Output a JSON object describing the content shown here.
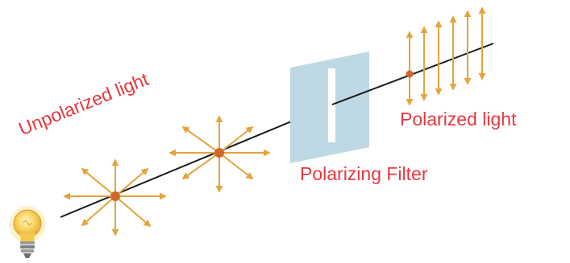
{
  "labels": {
    "unpolarized": "Unpolarized light",
    "polarized": "Polarized light",
    "filter": "Polarizing Filter"
  },
  "colors": {
    "label_text": "#e8373f",
    "beam": "#1a1a1a",
    "arrow": "#e3a43a",
    "node": "#d0662c",
    "filter_panel": "#bfd9e4",
    "slit": "#ffffff",
    "bulb_glass": "#f7d35a",
    "bulb_base": "#8c8c8c"
  },
  "icons": {
    "light_source": "lightbulb-icon"
  }
}
